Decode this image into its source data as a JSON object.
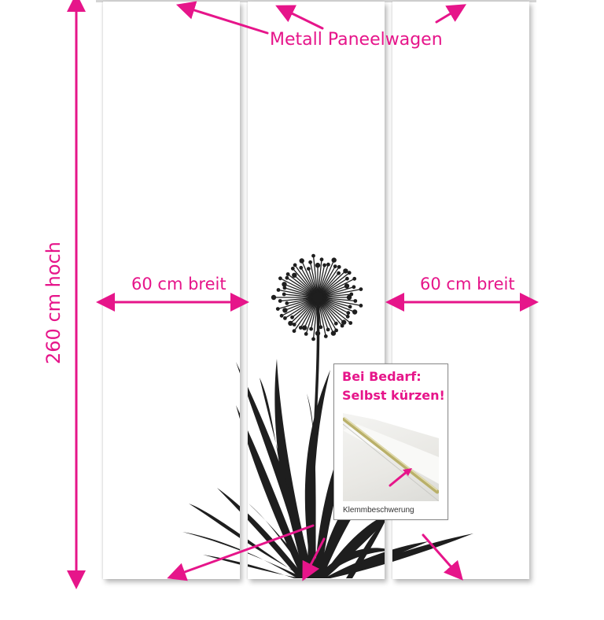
{
  "labels": {
    "wagen": "Metall Paneelwagen",
    "width_left": "60 cm breit",
    "width_right": "60 cm breit",
    "height": "260 cm hoch"
  },
  "callout": {
    "line1": "Bei Bedarf:",
    "line2": "Selbst kürzen!",
    "caption": "Klemmbeschwerung"
  },
  "colors": {
    "accent": "#e6158a",
    "motif": "#1e1e1e",
    "panel": "#ffffff"
  },
  "icons": {
    "motif": "dandelion-grass-silhouette"
  }
}
